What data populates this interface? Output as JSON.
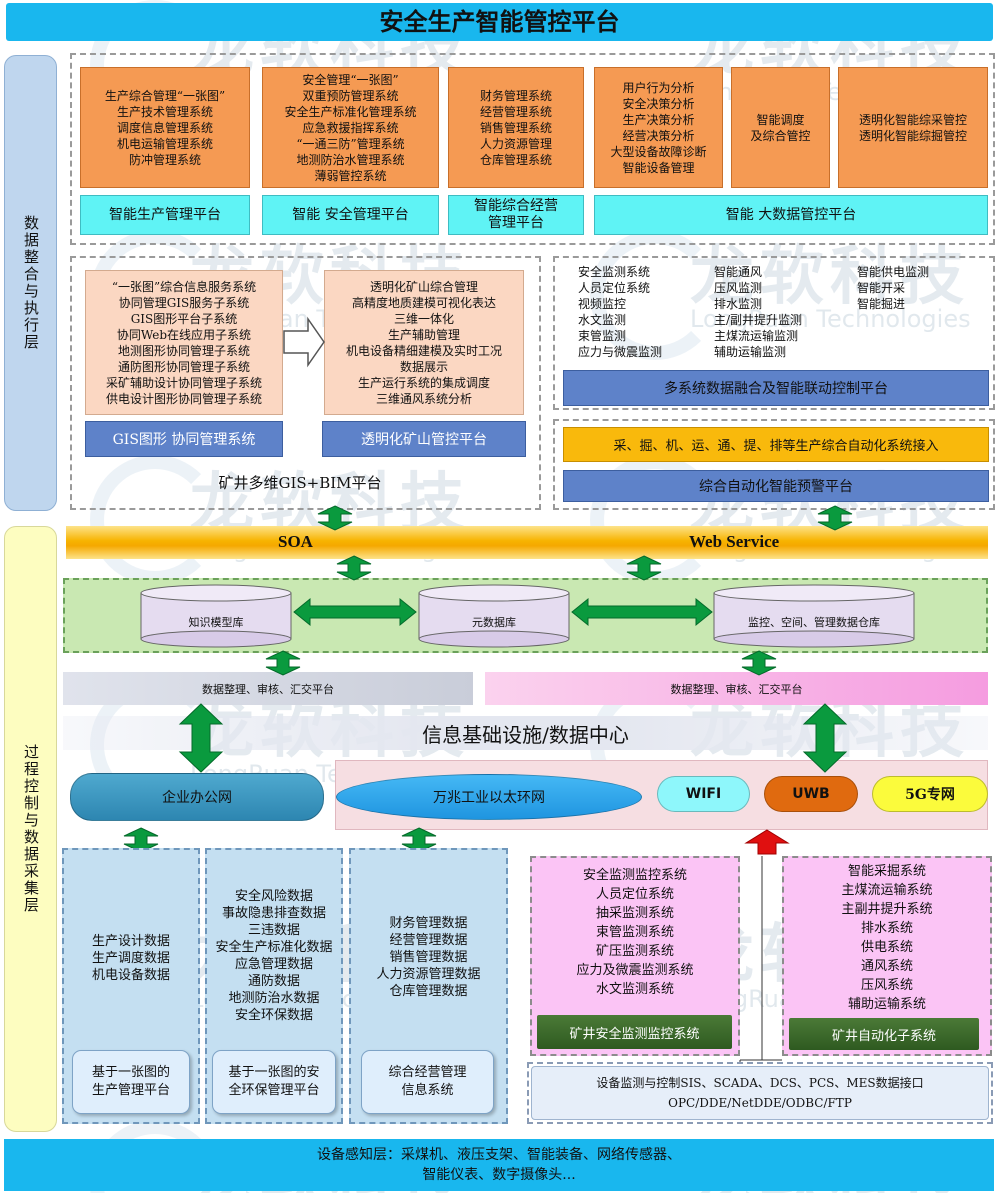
{
  "title": "安全生产智能管控平台",
  "watermark": {
    "cn": "龙软科技",
    "en": "LongRuan Technologies"
  },
  "layers": {
    "top": "数据整合与执行层",
    "bottom": "过程控制与数据采集层"
  },
  "orange_boxes": [
    "生产综合管理“一张图”\n生产技术管理系统\n调度信息管理系统\n机电运输管理系统\n防冲管理系统",
    "安全管理“一张图”\n双重预防管理系统\n安全生产标准化管理系统\n应急救援指挥系统\n“一通三防”管理系统\n地测防治水管理系统\n薄弱管控系统",
    "财务管理系统\n经营管理系统\n销售管理系统\n人力资源管理\n仓库管理系统",
    "用户行为分析\n安全决策分析\n生产决策分析\n经营决策分析\n大型设备故障诊断\n智能设备管理",
    "智能调度\n及综合管控",
    "透明化智能综采管控\n透明化智能综掘管控"
  ],
  "platforms": [
    "智能生产管理平台",
    "智能 安全管理平台",
    "智能综合经营\n管理平台",
    "智能 大数据管控平台"
  ],
  "gis": {
    "left_list": "“一张图”综合信息服务系统\n协同管理GIS服务子系统\nGIS图形平台子系统\n协同Web在线应用子系统\n地测图形协同管理子系统\n通防图形协同管理子系统\n采矿辅助设计协同管理子系统\n供电设计图形协同管理子系统",
    "right_list": "透明化矿山综合管理\n高精度地质建模可视化表达\n三维一体化\n生产辅助管理\n机电设备精细建模及实时工况\n数据展示\n生产运行系统的集成调度\n三维通风系统分析",
    "left_bar": "GIS图形 协同管理系统",
    "right_bar": "透明化矿山管控平台",
    "footer": "矿井多维GIS+BIM平台"
  },
  "monitoring": {
    "col1": "安全监测系统\n人员定位系统\n视频监控\n水文监测\n束管监测\n应力与微震监测",
    "col2": "智能通风\n压风监测\n排水监测\n主/副井提升监测\n主煤流运输监测\n辅助运输监测",
    "col3": "智能供电监测\n智能开采\n智能掘进",
    "bar": "多系统数据融合及智能联动控制平台"
  },
  "automation": {
    "yellow_bar": "采、掘、机、运、通、提、排等生产综合自动化系统接入",
    "blue_bar": "综合自动化智能预警平台"
  },
  "soa": {
    "left": "SOA",
    "right": "Web Service"
  },
  "databases": [
    "知识模型库",
    "元数据库",
    "监控、空间、管理数据仓库"
  ],
  "strips": [
    "数据整理、审核、汇交平台",
    "数据整理、审核、汇交平台"
  ],
  "infra": "信息基础设施/数据中心",
  "networks": {
    "office": "企业办公网",
    "ethernet": "万兆工业以太环网",
    "wifi": "WIFI",
    "uwb": "UWB",
    "g5": "5G专网"
  },
  "data_boxes": [
    {
      "list": "生产设计数据\n生产调度数据\n机电设备数据",
      "platform": "基于一张图的\n生产管理平台"
    },
    {
      "list": "安全风险数据\n事故隐患排查数据\n三违数据\n安全生产标准化数据\n应急管理数据\n通防数据\n地测防治水数据\n安全环保数据",
      "platform": "基于一张图的安\n全环保管理平台"
    },
    {
      "list": "财务管理数据\n经营管理数据\n销售管理数据\n人力资源管理数据\n仓库管理数据",
      "platform": "综合经营管理\n信息系统"
    }
  ],
  "safety_box": {
    "list": "安全监测监控系统\n人员定位系统\n抽采监测系统\n束管监测系统\n矿压监测系统\n应力及微震监测系统\n水文监测系统",
    "label": "矿井安全监测监控系统"
  },
  "auto_box": {
    "list": "智能采掘系统\n主煤流运输系统\n主副井提升系统\n排水系统\n供电系统\n通风系统\n压风系统\n辅助运输系统",
    "label": "矿井自动化子系统"
  },
  "interface": "设备监测与控制SIS、SCADA、DCS、PCS、MES数据接口\nOPC/DDE/NetDDE/ODBC/FTP",
  "sensing": "设备感知层：采煤机、液压支架、智能装备、网络传感器、\n智能仪表、数字摄像头...",
  "colors": {
    "banner": "#19b7ee",
    "orange": "#f59a53",
    "cyan": "#5ff3f5",
    "green_arrow": "#0a9a3e",
    "red_arrow": "#e01010"
  }
}
